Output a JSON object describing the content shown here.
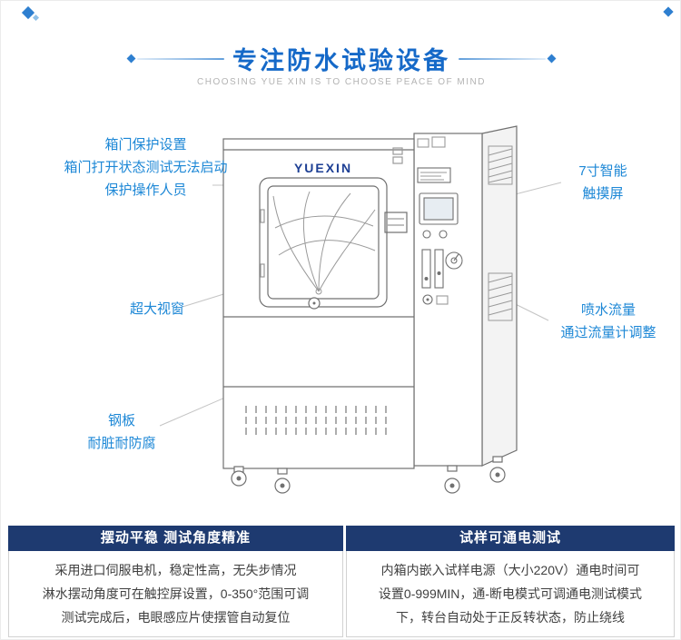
{
  "header": {
    "title": "专注防水试验设备",
    "subtitle": "CHOOSING YUE XIN IS TO CHOOSE PEACE OF MIND"
  },
  "machine": {
    "brand": "YUEXIN"
  },
  "callouts": {
    "door_protection": {
      "text": "箱门保护设置\n箱门打开状态测试无法启动\n保护操作人员"
    },
    "large_window": {
      "text": "超大视窗"
    },
    "steel_plate": {
      "text": "钢板\n耐脏耐防腐"
    },
    "touch_screen": {
      "text": "7寸智能\n触摸屏"
    },
    "spray_flow": {
      "text": "喷水流量\n通过流量计调整"
    }
  },
  "panels": {
    "swing": {
      "header": "摆动平稳 测试角度精准",
      "body": "采用进口伺服电机，稳定性高，无失步情况\n淋水摆动角度可在触控屏设置，0-350°范围可调\n测试完成后，电眼感应片使摆管自动复位"
    },
    "power": {
      "header": "试样可通电测试",
      "body": "内箱内嵌入试样电源（大小220V）通电时间可\n设置0-999MIN，通-断电模式可调通电测试模式\n下，转台自动处于正反转状态，防止绕线"
    }
  },
  "colors": {
    "accent_blue": "#1c87d6",
    "title_blue": "#1569c8",
    "panel_navy": "#1e3a70",
    "connector_gray": "#c4c4c4"
  }
}
